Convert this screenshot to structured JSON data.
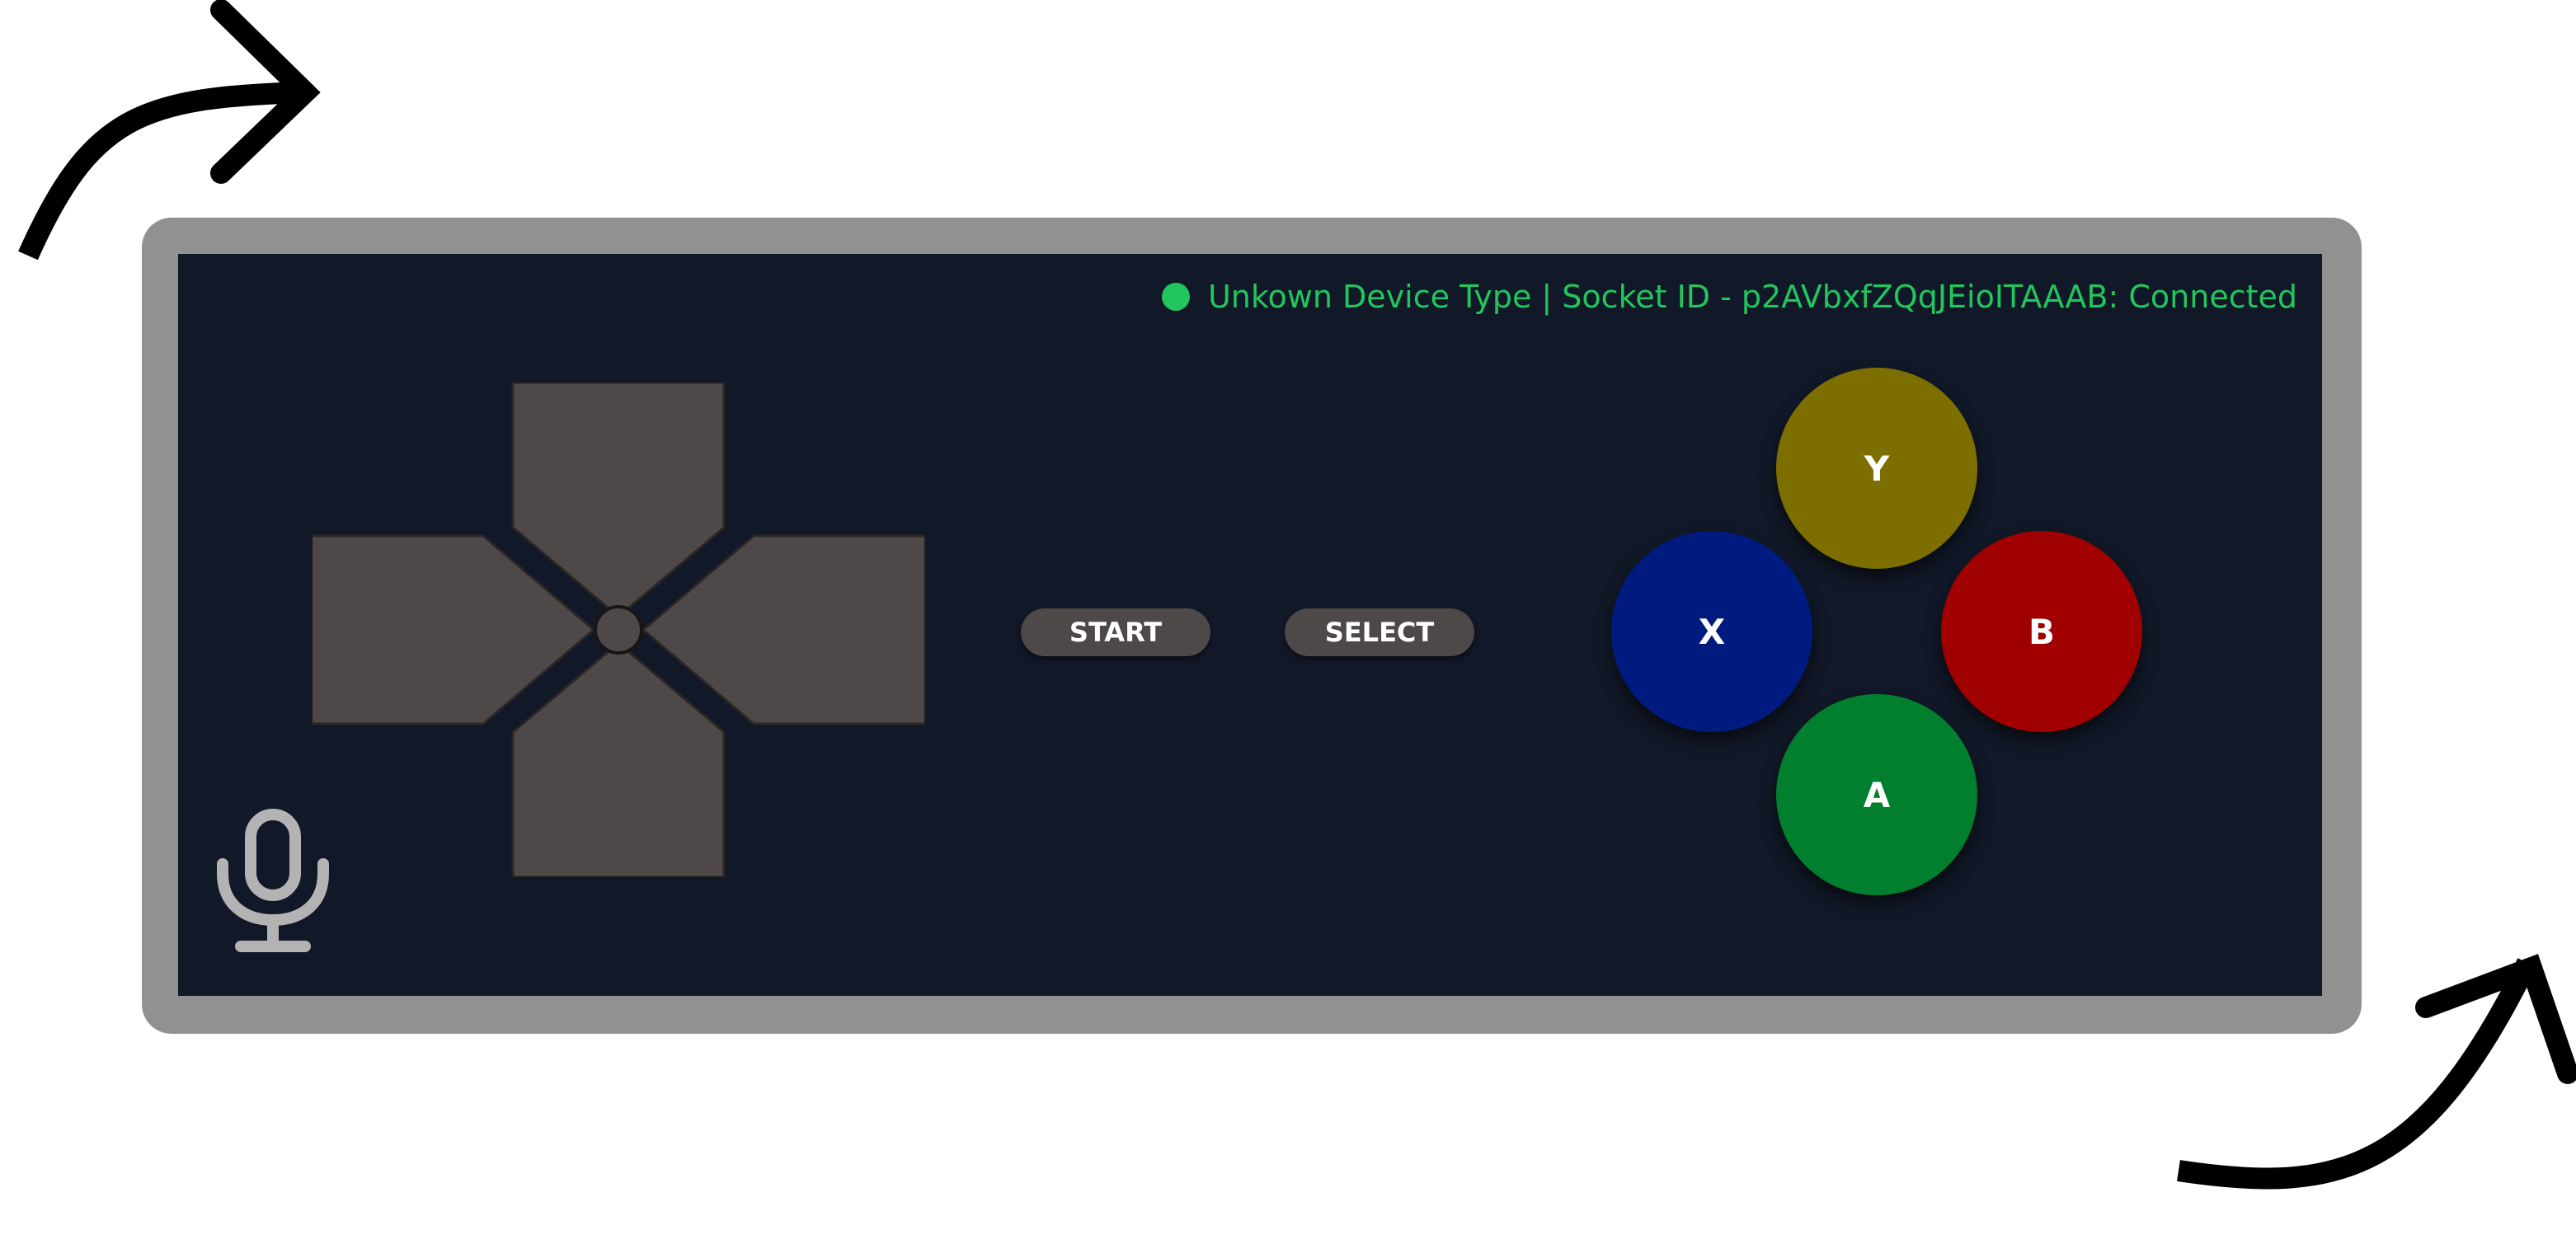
{
  "status": {
    "text": "Unkown Device Type | Socket ID - p2AVbxfZQqJEioITAAAB: Connected",
    "color": "#22c55e"
  },
  "controls": {
    "start_label": "START",
    "select_label": "SELECT"
  },
  "face_buttons": {
    "y": {
      "label": "Y",
      "color": "#7d6e00"
    },
    "x": {
      "label": "X",
      "color": "#001b7f"
    },
    "b": {
      "label": "B",
      "color": "#a00000"
    },
    "a": {
      "label": "A",
      "color": "#007f2f"
    }
  },
  "icons": {
    "rotate_left": "rotate-arrow-icon",
    "rotate_right": "rotate-arrow-icon",
    "mic": "microphone-icon"
  },
  "colors": {
    "frame": "#919191",
    "screen": "#111827",
    "dpad": "#4f4848",
    "pill": "#4f4848"
  }
}
